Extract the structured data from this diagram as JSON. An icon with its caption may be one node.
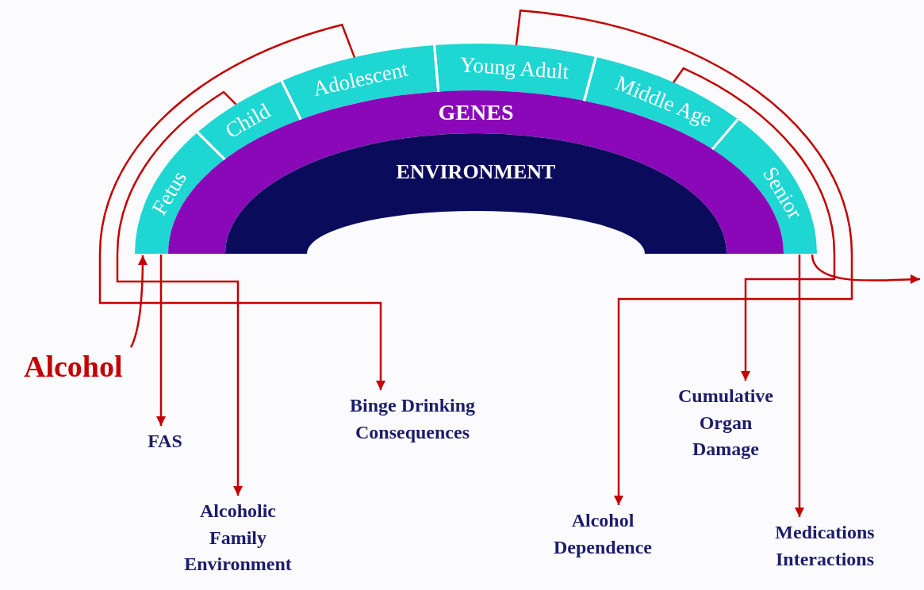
{
  "diagram": {
    "nodes": [
      {
        "text": [
          "Fetus"
        ]
      },
      {
        "text": [
          "Child"
        ]
      },
      {
        "text": [
          "Adolescent"
        ]
      },
      {
        "text": [
          "Young Adult"
        ]
      },
      {
        "text": [
          "Middle Age"
        ]
      },
      {
        "text": [
          "Senior"
        ]
      },
      {
        "text": [
          "GENES"
        ]
      },
      {
        "text": [
          "ENVIRONMENT"
        ]
      },
      {
        "text": [
          "Alcohol"
        ]
      },
      {
        "text": [
          "FAS"
        ]
      },
      {
        "text": [
          "Alcoholic Family Environment"
        ]
      },
      {
        "text": [
          "Binge Drinking Consequences"
        ]
      },
      {
        "text": [
          "Alcohol Dependence"
        ]
      },
      {
        "text": [
          "Cumulative Organ Damage"
        ]
      },
      {
        "text": [
          "Medications Interactions"
        ]
      }
    ],
    "edges": [
      {
        "from": 8,
        "to": 0,
        "arrow": "to"
      },
      {
        "from": 0,
        "to": 9,
        "arrow": "to"
      },
      {
        "from": 1,
        "to": 10,
        "arrow": "to"
      },
      {
        "from": 2,
        "to": 11,
        "arrow": "to"
      },
      {
        "from": 3,
        "to": 12,
        "arrow": "to"
      },
      {
        "from": 4,
        "to": 13,
        "arrow": "to"
      },
      {
        "from": 5,
        "to": 14,
        "arrow": "to"
      },
      {
        "from": 5,
        "to": null,
        "arrow": "to"
      }
    ]
  }
}
